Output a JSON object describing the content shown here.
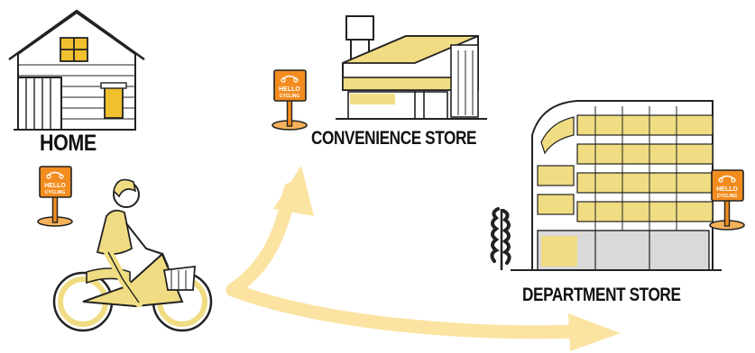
{
  "locations": {
    "home": "HOME",
    "convenience_store": "CONVENIENCE STORE",
    "department_store": "DEPARTMENT STORE"
  },
  "signs": {
    "brand_line1": "HELLO",
    "brand_line2": "CYCLING"
  },
  "colors": {
    "sign_orange": "#f28c1e",
    "accent_yellow": "#f0dc82",
    "arrow_yellow": "#fbe3a2",
    "outline": "#2a2a2a"
  }
}
